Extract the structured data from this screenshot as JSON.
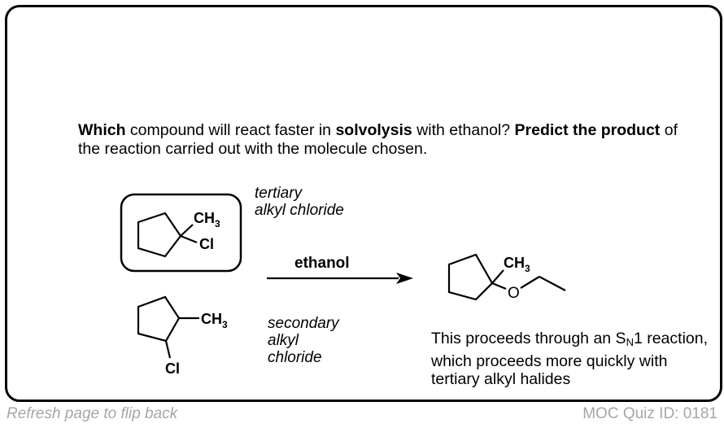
{
  "question": {
    "parts": [
      {
        "text": "Which",
        "bold": true
      },
      {
        "text": " compound will react faster in ",
        "bold": false
      },
      {
        "text": "solvolysis",
        "bold": true
      },
      {
        "text": " with ethanol?  ",
        "bold": false
      },
      {
        "text": "Predict the product",
        "bold": true
      },
      {
        "text": " of the reaction carried out with the molecule chosen.",
        "bold": false
      }
    ]
  },
  "compounds": {
    "tertiary": {
      "label_line1": "tertiary",
      "label_line2": "alkyl chloride",
      "substituent_1": "CH",
      "substituent_1_sub": "3",
      "substituent_2": "Cl",
      "selected": true
    },
    "secondary": {
      "label_line1": "secondary",
      "label_line2": "alkyl",
      "label_line3": "chloride",
      "substituent_1": "CH",
      "substituent_1_sub": "3",
      "substituent_2": "Cl"
    }
  },
  "reaction": {
    "reagent": "ethanol"
  },
  "product": {
    "substituent_1": "CH",
    "substituent_1_sub": "3",
    "oxygen": "O"
  },
  "explanation": {
    "text_before": "This proceeds through an S",
    "subscript": "N",
    "text_after": "1 reaction, which proceeds more quickly with tertiary alkyl halides"
  },
  "footer": {
    "left": "Refresh page to flip back",
    "right": "MOC Quiz ID: 0181"
  }
}
